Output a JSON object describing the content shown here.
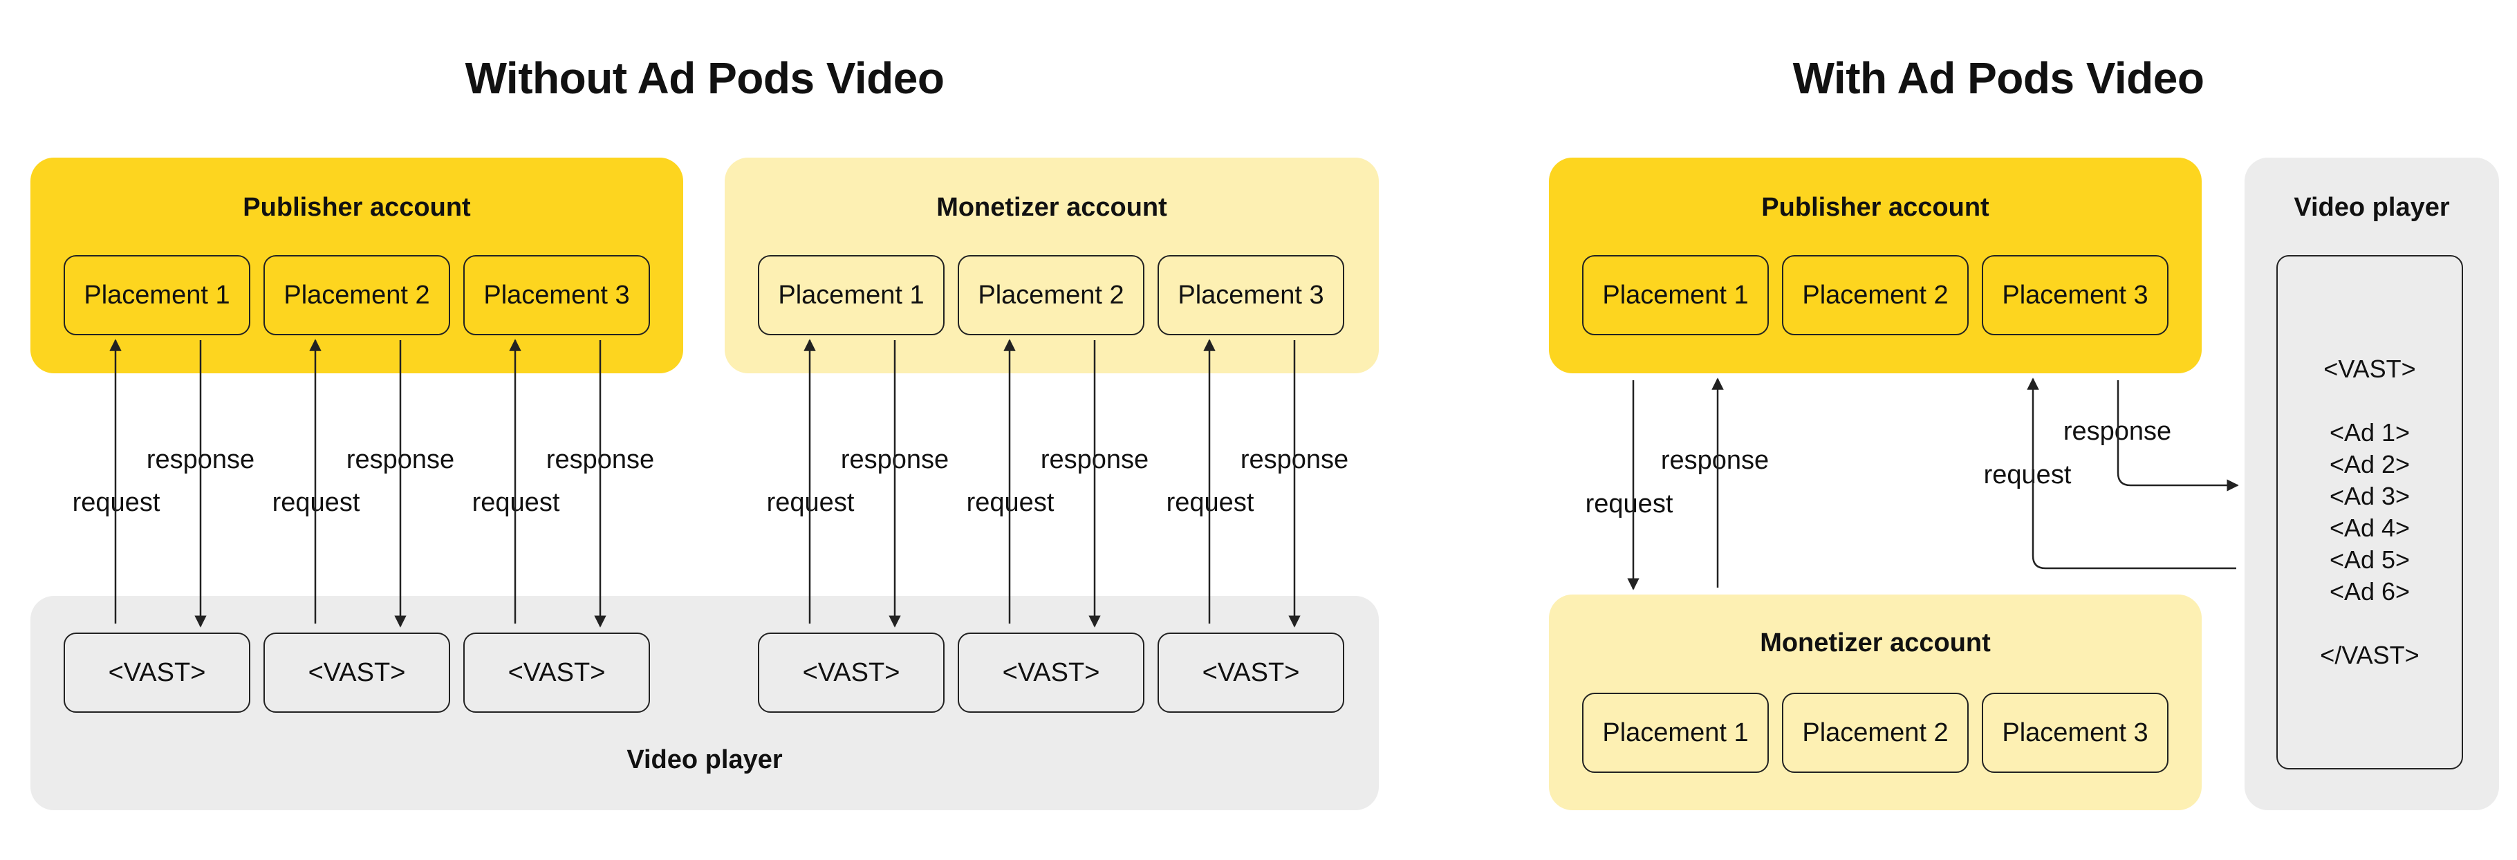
{
  "left": {
    "title": "Without Ad Pods Video",
    "publisher": {
      "title": "Publisher account",
      "placements": [
        "Placement 1",
        "Placement 2",
        "Placement 3"
      ]
    },
    "monetizer": {
      "title": "Monetizer account",
      "placements": [
        "Placement 1",
        "Placement 2",
        "Placement 3"
      ]
    },
    "player": {
      "title": "Video player",
      "vast": [
        "<VAST>",
        "<VAST>",
        "<VAST>",
        "<VAST>",
        "<VAST>",
        "<VAST>"
      ]
    },
    "request_label": "request",
    "response_label": "response"
  },
  "right": {
    "title": "With Ad Pods Video",
    "publisher": {
      "title": "Publisher account",
      "placements": [
        "Placement 1",
        "Placement 2",
        "Placement 3"
      ]
    },
    "monetizer": {
      "title": "Monetizer account",
      "placements": [
        "Placement 1",
        "Placement 2",
        "Placement 3"
      ]
    },
    "player": {
      "title": "Video player",
      "vast_open": "<VAST>",
      "ads": [
        "<Ad 1>",
        "<Ad 2>",
        "<Ad 3>",
        "<Ad 4>",
        "<Ad 5>",
        "<Ad 6>"
      ],
      "vast_close": "</VAST>"
    },
    "request_label": "request",
    "response_label": "response"
  },
  "colors": {
    "publisher": "#fdd51f",
    "monetizer": "#fdf0b3",
    "player": "#ececec",
    "stroke": "#222222"
  }
}
